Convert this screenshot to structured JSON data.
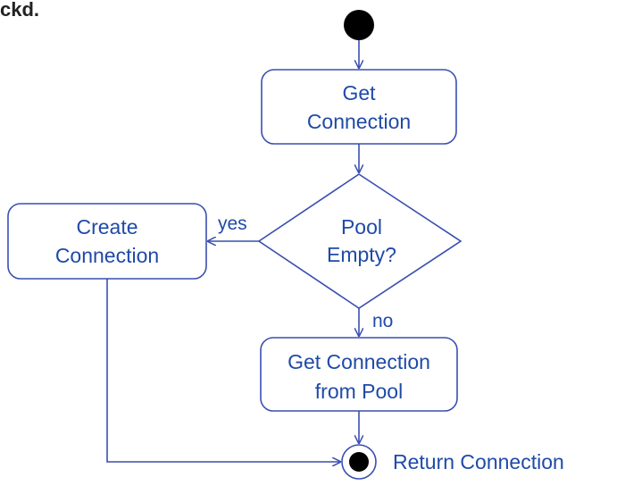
{
  "cropped_text": "ckd.",
  "colors": {
    "stroke": "#3a4fb0",
    "text": "#1f4aa8",
    "node_fill": "#ffffff",
    "start": "#000000"
  },
  "nodes": {
    "get_connection": [
      "Get",
      "Connection"
    ],
    "decision": [
      "Pool",
      "Empty?"
    ],
    "create_connection": [
      "Create",
      "Connection"
    ],
    "get_from_pool": [
      "Get Connection",
      "from Pool"
    ],
    "end_label": "Return Connection"
  },
  "edges": {
    "yes": "yes",
    "no": "no"
  }
}
